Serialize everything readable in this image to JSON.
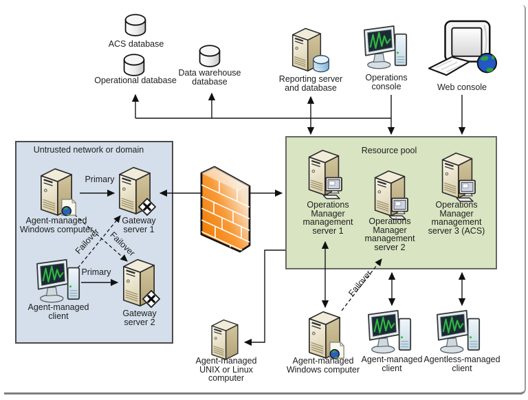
{
  "boxes": {
    "untrusted": {
      "title": "Untrusted network or domain",
      "fill": "#d4dfeb",
      "border_color": "#4a4a4a"
    },
    "resource_pool": {
      "title": "Resource pool",
      "fill": "#d9e4c2",
      "border_color": "#666666"
    }
  },
  "nodes": {
    "acs_database": {
      "label": "ACS database",
      "icon": "database-cylinder-icon"
    },
    "operational_database": {
      "label": "Operational database",
      "icon": "database-cylinder-icon"
    },
    "data_warehouse_database": {
      "label": "Data warehouse\ndatabase",
      "icon": "database-cylinder-icon"
    },
    "reporting_server": {
      "label": "Reporting server\nand database",
      "icon": "server-tower-with-database-icon"
    },
    "operations_console": {
      "label": "Operations\nconsole",
      "icon": "workstation-monitor-icon"
    },
    "web_console": {
      "label": "Web console",
      "icon": "monitor-keyboard-globe-icon"
    },
    "agent_managed_windows_left": {
      "label": "Agent-managed\nWindows computer",
      "icon": "server-tower-with-webpage-icon"
    },
    "gateway_server_1": {
      "label": "Gateway\nserver 1",
      "icon": "server-tower-with-x-icon"
    },
    "agent_managed_client_left": {
      "label": "Agent-managed\nclient",
      "icon": "workstation-monitor-icon"
    },
    "gateway_server_2": {
      "label": "Gateway\nserver 2",
      "icon": "server-tower-with-x-icon"
    },
    "firewall": {
      "icon": "firewall-brick-wall-icon"
    },
    "management_server_1": {
      "label": "Operations\nManager\nmanagement\nserver 1",
      "icon": "server-tower-with-desktop-icon"
    },
    "management_server_2": {
      "label": "Operations\nManager\nmanagement\nserver 2",
      "icon": "server-tower-with-desktop-icon"
    },
    "management_server_3": {
      "label": "Operations\nManager\nmanagement\nserver 3 (ACS)",
      "icon": "server-tower-with-desktop-icon"
    },
    "unix_computer": {
      "label": "Agent-managed\nUNIX or Linux\ncomputer",
      "icon": "server-tower-icon"
    },
    "agent_managed_windows_bottom": {
      "label": "Agent-managed\nWindows computer",
      "icon": "server-tower-with-webpage-icon"
    },
    "agent_managed_client_bottom": {
      "label": "Agent-managed\nclient",
      "icon": "workstation-monitor-icon"
    },
    "agentless_managed_client": {
      "label": "Agentless-managed\nclient",
      "icon": "workstation-monitor-icon"
    }
  },
  "edge_labels": {
    "primary_windows_to_gateway1": "Primary",
    "primary_client_to_gateway2": "Primary",
    "failover_client_to_gateway1": "Failover",
    "failover_windows_to_gateway2": "Failover",
    "failover_windows_to_management2": "Failover"
  },
  "colors": {
    "connector": "#141414",
    "firewall_orange": "#f07c00",
    "server_beige": "#e8dfc2",
    "client_blue": "#d6e6ef",
    "background": "#ffffff",
    "frame_border": "#8f8f8f"
  }
}
